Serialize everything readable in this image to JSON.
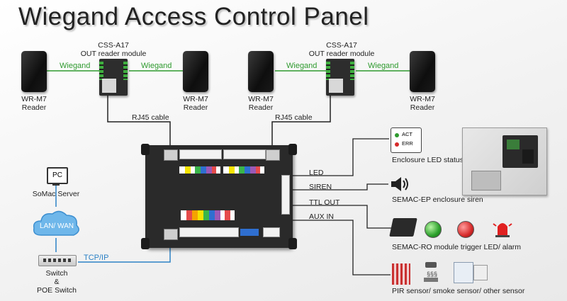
{
  "title": "Wiegand Access Control Panel",
  "modules": [
    {
      "name": "CSS-A17",
      "desc": "OUT reader module"
    },
    {
      "name": "CSS-A17",
      "desc": "OUT reader module"
    }
  ],
  "wiegand_label": "Wiegand",
  "reader": {
    "model": "WR-M7",
    "type": "Reader"
  },
  "rj45_label": "RJ45 cable",
  "outputs": {
    "led": "LED",
    "siren": "SIREN",
    "ttl_out": "TTL OUT",
    "aux_in": "AUX IN"
  },
  "enclosure_led": {
    "act": "ACT",
    "err": "ERR",
    "caption": "Enclosure LED status"
  },
  "siren_caption": "SEMAC-EP enclosure siren",
  "ro_caption": "SEMAC-RO module trigger LED/ alarm",
  "sensor_caption": "PIR sensor/ smoke sensor/ other sensor",
  "pc": {
    "label": "PC",
    "caption": "SoMac Server"
  },
  "cloud_label": "LAN/ WAN",
  "switch": {
    "line1": "Switch",
    "line2": "&",
    "line3": "POE Switch"
  },
  "tcpip_label": "TCP/IP",
  "colors": {
    "wiegand": "#2e9a2e",
    "network": "#2d82c6",
    "wire": "#222222"
  }
}
